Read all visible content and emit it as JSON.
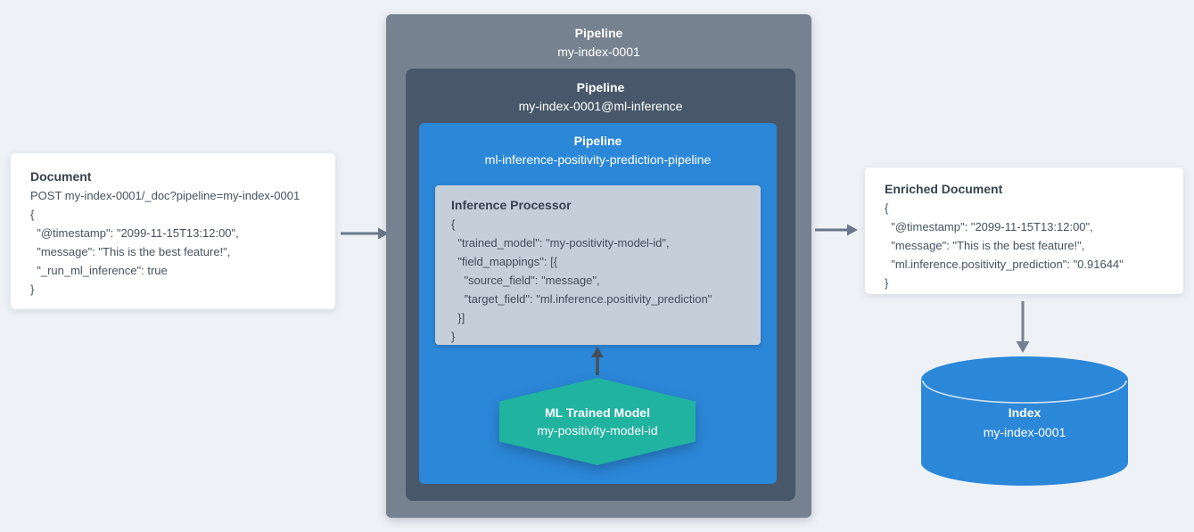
{
  "document_card": {
    "title": "Document",
    "code": "POST my-index-0001/_doc?pipeline=my-index-0001\n{\n  \"@timestamp\": \"2099-11-15T13:12:00\",\n  \"message\": \"This is the best feature!\",\n  \"_run_ml_inference\": true\n}"
  },
  "outer_pipeline": {
    "title": "Pipeline",
    "name": "my-index-0001"
  },
  "ml_inference_pipeline": {
    "title": "Pipeline",
    "name": "my-index-0001@ml-inference"
  },
  "prediction_pipeline": {
    "title": "Pipeline",
    "name": "ml-inference-positivity-prediction-pipeline"
  },
  "inference_processor": {
    "title": "Inference Processor",
    "code": "{\n  \"trained_model\": \"my-positivity-model-id\",\n  \"field_mappings\": [{\n    \"source_field\": \"message\",\n    \"target_field\": \"ml.inference.positivity_prediction\"\n  }]\n}"
  },
  "ml_trained_model": {
    "title": "ML Trained Model",
    "name": "my-positivity-model-id"
  },
  "enriched_card": {
    "title": "Enriched Document",
    "code": "{\n  \"@timestamp\": \"2099-11-15T13:12:00\",\n  \"message\": \"This is the best feature!\",\n  \"ml.inference.positivity_prediction\": \"0.91644\"\n}"
  },
  "index_store": {
    "title": "Index",
    "name": "my-index-0001"
  },
  "colors": {
    "background": "#EEF2F6",
    "card": "#FFFFFF",
    "outer_box": "#76828F",
    "dark_box": "#48586A",
    "blue_box": "#2B87D8",
    "processor_box": "#C5CFD9",
    "hexagon_teal": "#1FB3A0",
    "cylinder_blue": "#2B87D8",
    "arrow_gray": "#69788A",
    "arrow_dark": "#454F59",
    "text_dark": "#3D4A57"
  }
}
